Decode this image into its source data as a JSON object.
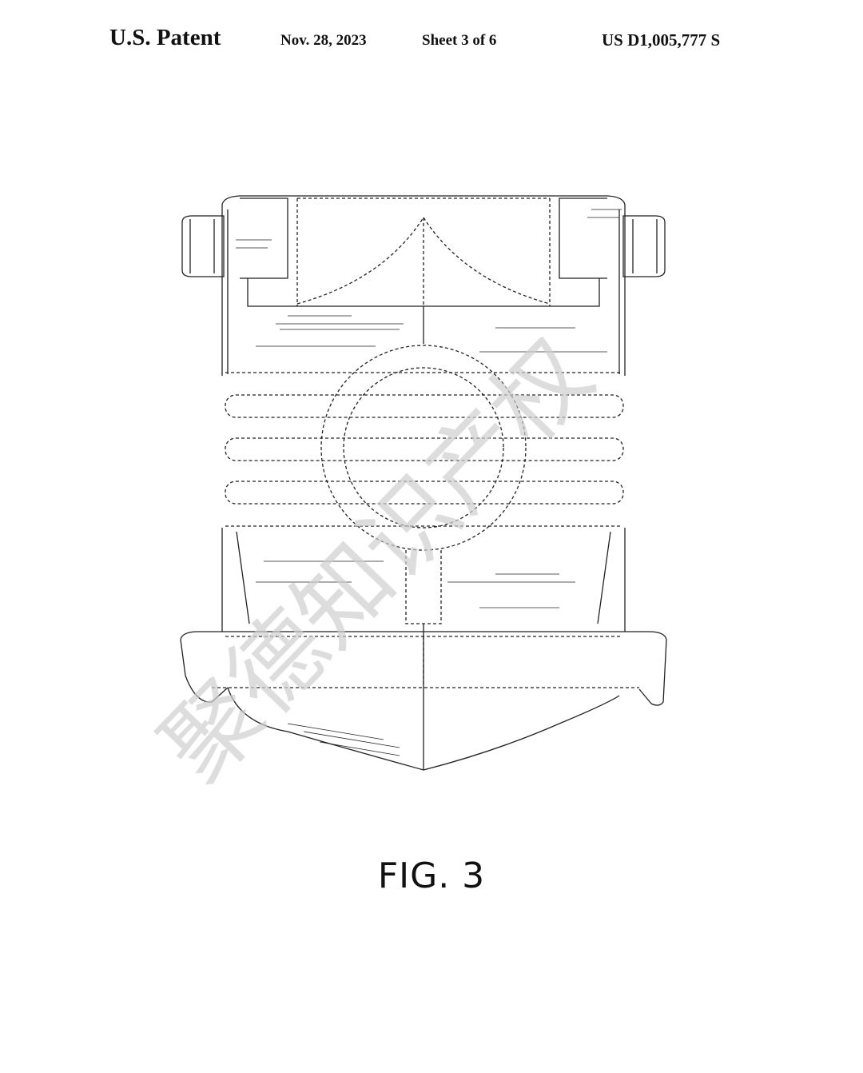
{
  "header": {
    "publication": "U.S. Patent",
    "date": "Nov. 28, 2023",
    "sheet": "Sheet 3 of 6",
    "patent_number": "US D1,005,777 S"
  },
  "figure": {
    "label": "FIG. 3"
  },
  "watermark": {
    "text": "聚德知识产权"
  }
}
